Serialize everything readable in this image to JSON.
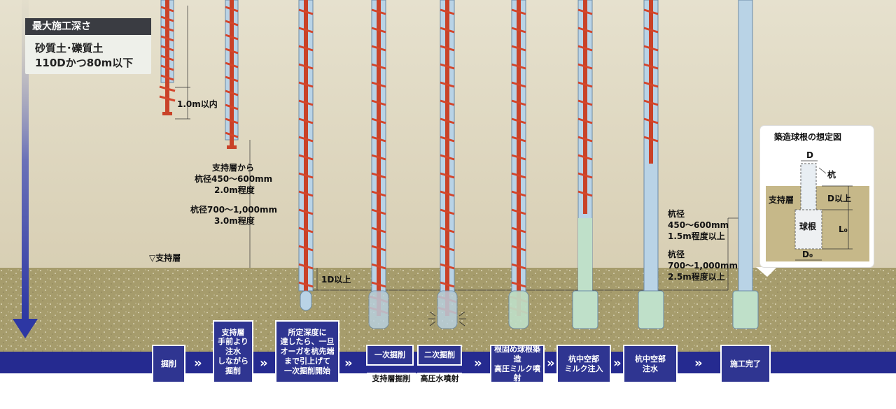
{
  "max_depth": {
    "title": "最大施工深さ",
    "line1": "砂質土･礫質土",
    "line2": "110Dかつ80m以下"
  },
  "labels": {
    "within_1m": "1.0m以内",
    "from_support": "支持層から",
    "dia_450_600": "杭径450～600mm",
    "about_2m": "2.0m程度",
    "dia_700_1000": "杭径700～1,000mm",
    "about_3m": "3.0m程度",
    "support_layer": "▽支持層",
    "one_d": "1D以上",
    "right_a1": "杭径",
    "right_a2": "450～600mm",
    "right_a3": "1.5m程度以上",
    "right_b1": "杭径",
    "right_b2": "700～1,000mm",
    "right_b3": "2.5m程度以上"
  },
  "inset": {
    "title": "築造球根の想定図",
    "d": "D",
    "pile": "杭",
    "support": "支持層",
    "d_above": "D以上",
    "bulb": "球根",
    "l0": "L₀",
    "d0": "D₀"
  },
  "steps": [
    {
      "label": "掘削"
    },
    {
      "label": "支持層\n手前より\n注水\nしながら\n掘削"
    },
    {
      "label": "所定深度に\n達したら、一旦\nオーガを杭先端\nまで引上げて\n一次掘削開始"
    },
    {
      "label": "一次掘削"
    },
    {
      "label": "二次掘削"
    },
    {
      "label": "根固め球根築造\n高圧ミルク噴射"
    },
    {
      "label": "杭中空部\nミルク注入"
    },
    {
      "label": "杭中空部\n注水"
    },
    {
      "label": "施工完了"
    }
  ],
  "sub_labels": {
    "support_excavation": "支持層掘削",
    "high_pressure_water": "高圧水噴射"
  },
  "arrow_glyph": "»",
  "colors": {
    "sky": "#ddd5bd",
    "ground": "#a69c6c",
    "band": "#252a90",
    "pile": "#b9d3e6",
    "auger": "#d4452a",
    "milk": "#bfe0c9",
    "depth_arrow": "#3a44a8"
  }
}
